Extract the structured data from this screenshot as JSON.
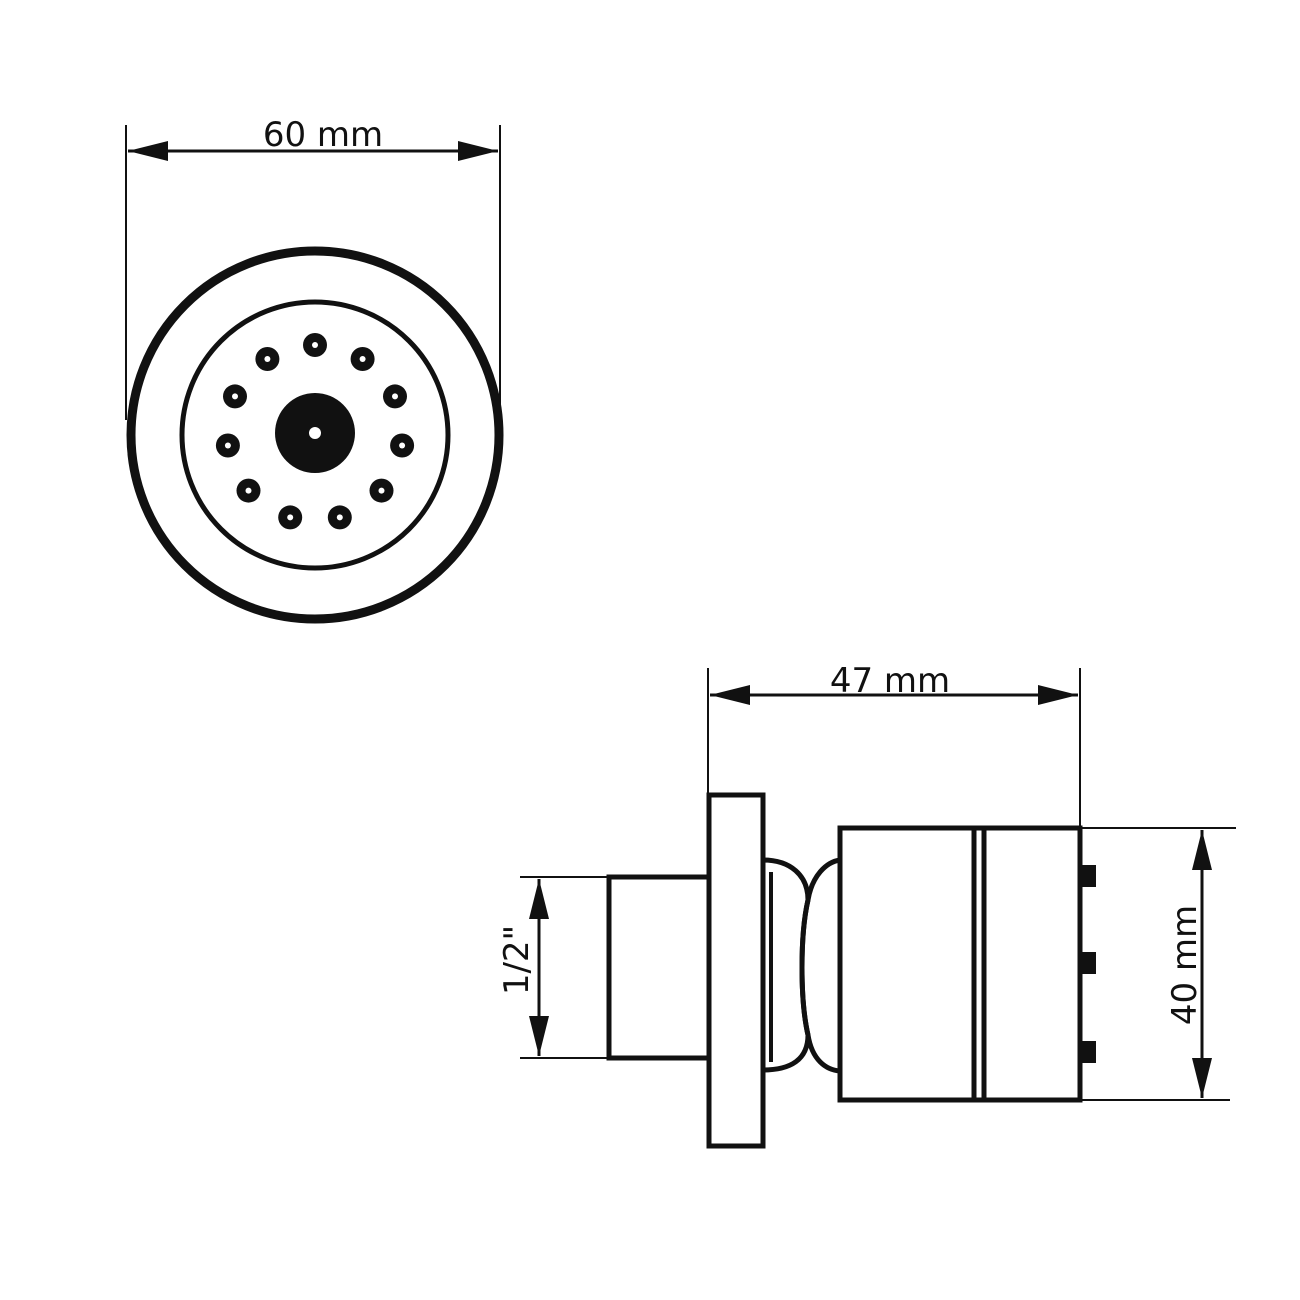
{
  "colors": {
    "line": "#111111",
    "background": "#ffffff"
  },
  "front_view": {
    "width_label": "60 mm",
    "nozzle_count": 11
  },
  "side_view": {
    "length_label": "47 mm",
    "height_label": "40 mm",
    "thread_label": "1/2\""
  }
}
